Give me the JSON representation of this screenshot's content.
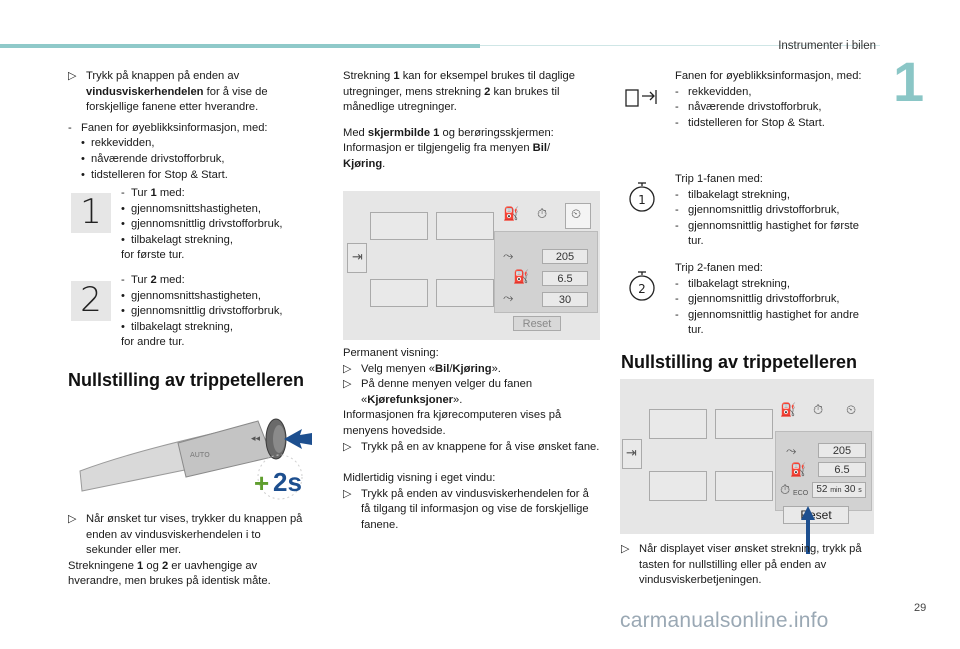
{
  "header": {
    "title": "Instrumenter i bilen",
    "chapter": "1",
    "page": "29"
  },
  "watermark": "carmanualsonline.info",
  "col1": {
    "p1_pre": "Trykk på knappen på enden av",
    "p1_bold": "vindusviskerhendelen",
    "p1_post": " for å vise de forskjellige fanene etter hverandre.",
    "p2": "Fanen for øyeblikksinformasjon, med:",
    "p2_items": [
      "rekkevidden,",
      "nåværende drivstofforbruk,",
      "tidstelleren for Stop & Start."
    ],
    "box1": "1",
    "box1_pre": "Tur ",
    "box1_bold": "1",
    "box1_post": " med:",
    "box1_items": [
      "gjennomsnittshastigheten,",
      "gjennomsnittlig drivstofforbruk,",
      "tilbakelagt strekning,"
    ],
    "box1_end": "for første tur.",
    "box2": "2",
    "box2_pre": "Tur ",
    "box2_bold": "2",
    "box2_post": " med:",
    "box2_items": [
      "gjennomsnittshastigheten,",
      "gjennomsnittlig drivstofforbruk,",
      "tilbakelagt strekning,"
    ],
    "box2_end": "for andre tur.",
    "heading": "Nullstilling av trippetelleren",
    "stalk_label": "2s",
    "p3": "Når ønsket tur vises, trykker du knappen på enden av vindusviskerhendelen i to sekunder eller mer.",
    "p4_a": "Strekningene ",
    "p4_b1": "1",
    "p4_c": " og ",
    "p4_b2": "2",
    "p4_d": " er uavhengige av hverandre, men brukes på identisk måte."
  },
  "col2": {
    "p1_a": "Strekning ",
    "p1_b1": "1",
    "p1_c": " kan for eksempel brukes til daglige utregninger, mens strekning ",
    "p1_b2": "2",
    "p1_d": " kan brukes til månedlige utregninger.",
    "p2_a": "Med ",
    "p2_b": "skjermbilde 1",
    "p2_c": " og berøringsskjermen: Informasjon er tilgjengelig fra menyen ",
    "p2_d": "Bil",
    "p2_e": "/ ",
    "p2_f": "Kjøring",
    "p2_g": ".",
    "screen": {
      "v1": "205",
      "v2": "6.5",
      "v3": "30",
      "reset": "Reset"
    },
    "perm": "Permanent visning:",
    "perm_i1_a": "Velg menyen «",
    "perm_i1_b": "Bil",
    "perm_i1_c": "/",
    "perm_i1_d": "Kjøring",
    "perm_i1_e": "».",
    "perm_i2_a": "På denne menyen velger du fanen «",
    "perm_i2_b": "Kjørefunksjoner",
    "perm_i2_c": "».",
    "perm_p": "Informasjonen fra kjørecomputeren vises på menyens hovedside.",
    "perm_i3": "Trykk på en av knappene for å vise ønsket fane.",
    "temp": "Midlertidig visning i eget vindu:",
    "temp_i1": "Trykk på enden av vindusviskerhendelen for å få tilgang til informasjon og vise de forskjellige fanene."
  },
  "col3": {
    "t1_intro": "Fanen for øyeblikksinformasjon, med:",
    "t1_items": [
      "rekkevidden,",
      "nåværende drivstofforbruk,",
      "tidstelleren for Stop & Start."
    ],
    "t2_a": "Trip ",
    "t2_b": "1",
    "t2_c": "-fanen med:",
    "t2_items": [
      "tilbakelagt strekning,",
      "gjennomsnittlig drivstofforbruk,",
      "gjennomsnittlig hastighet for første tur."
    ],
    "t3_a": "Trip ",
    "t3_b": "2",
    "t3_c": "-fanen med:",
    "t3_items": [
      "tilbakelagt strekning,",
      "gjennomsnittlig drivstofforbruk,",
      "gjennomsnittlig hastighet for andre tur."
    ],
    "heading": "Nullstilling av trippetelleren",
    "screen": {
      "v1": "205",
      "v2": "6.5",
      "v3_a": "52",
      "v3_b": "min",
      "v3_c": "30",
      "v3_d": "s",
      "eco": "ECO",
      "reset": "Reset"
    },
    "p_end": "Når displayet viser ønsket strekning, trykk på tasten for nullstilling eller på enden av vindusviskerbetjeningen."
  },
  "colors": {
    "accent": "#8fc9c9",
    "arrow": "#1d4f8f",
    "plus": "#5f9e2e"
  }
}
